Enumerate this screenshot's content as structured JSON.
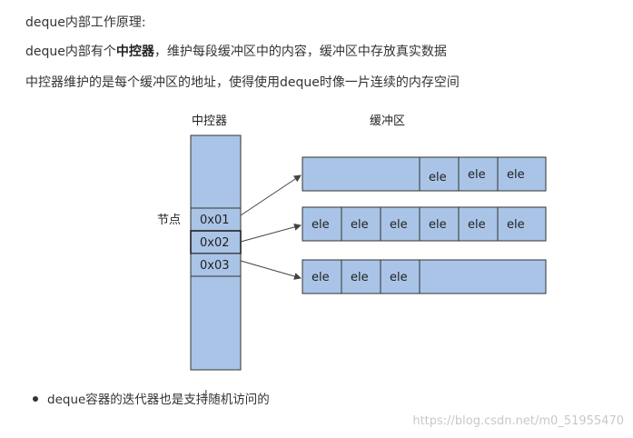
{
  "intro": {
    "line1": "deque内部工作原理:",
    "line2_prefix": "deque内部有个",
    "line2_bold": "中控器",
    "line2_suffix": "，维护每段缓冲区中的内容，缓冲区中存放真实数据",
    "line3": "中控器维护的是每个缓冲区的地址，使得使用deque时像一片连续的内存空间"
  },
  "diagram": {
    "controller_label": "中控器",
    "buffer_label": "缓冲区",
    "node_label": "节点",
    "nodes": [
      "0x01",
      "0x02",
      "0x03"
    ],
    "buffers": [
      [
        "",
        "",
        "",
        "ele",
        "ele",
        "ele"
      ],
      [
        "ele",
        "ele",
        "ele",
        "ele",
        "ele",
        "ele"
      ],
      [
        "ele",
        "ele",
        "ele",
        "",
        "",
        ""
      ]
    ]
  },
  "bullet": {
    "text": "deque容器的迭代器也是支持随机访问的"
  },
  "watermark": "https://blog.csdn.net/m0_51955470",
  "colors": {
    "box_fill": "#a9c4e6",
    "stroke": "#333333"
  }
}
